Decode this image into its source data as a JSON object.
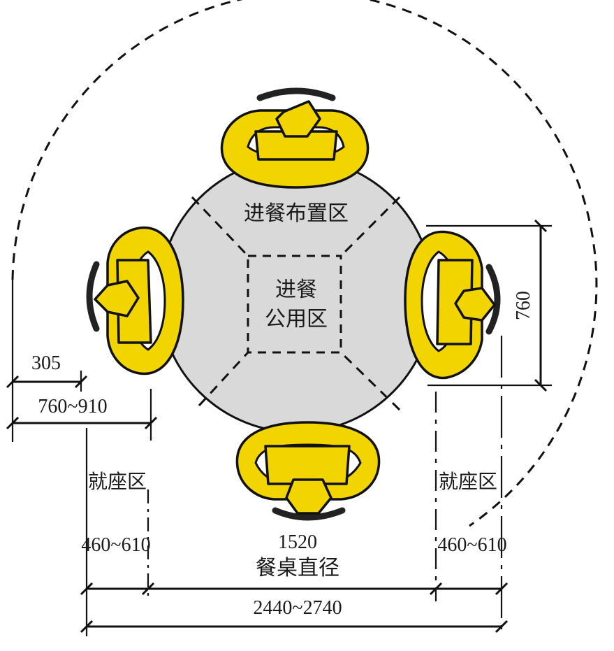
{
  "zones": {
    "dining_layout": "进餐布置区",
    "common_line1": "进餐",
    "common_line2": "公用区",
    "seating_left": "就座区",
    "seating_right": "就座区"
  },
  "dimensions": {
    "d305": "305",
    "d760_910": "760~910",
    "d460_610_left": "460~610",
    "d460_610_right": "460~610",
    "d1520": "1520",
    "table_diameter": "餐桌直径",
    "d2440_2740": "2440~2740",
    "d760": "760"
  },
  "colors": {
    "person": "#f2d500",
    "table": "#d9d9d9",
    "line": "#111111"
  }
}
